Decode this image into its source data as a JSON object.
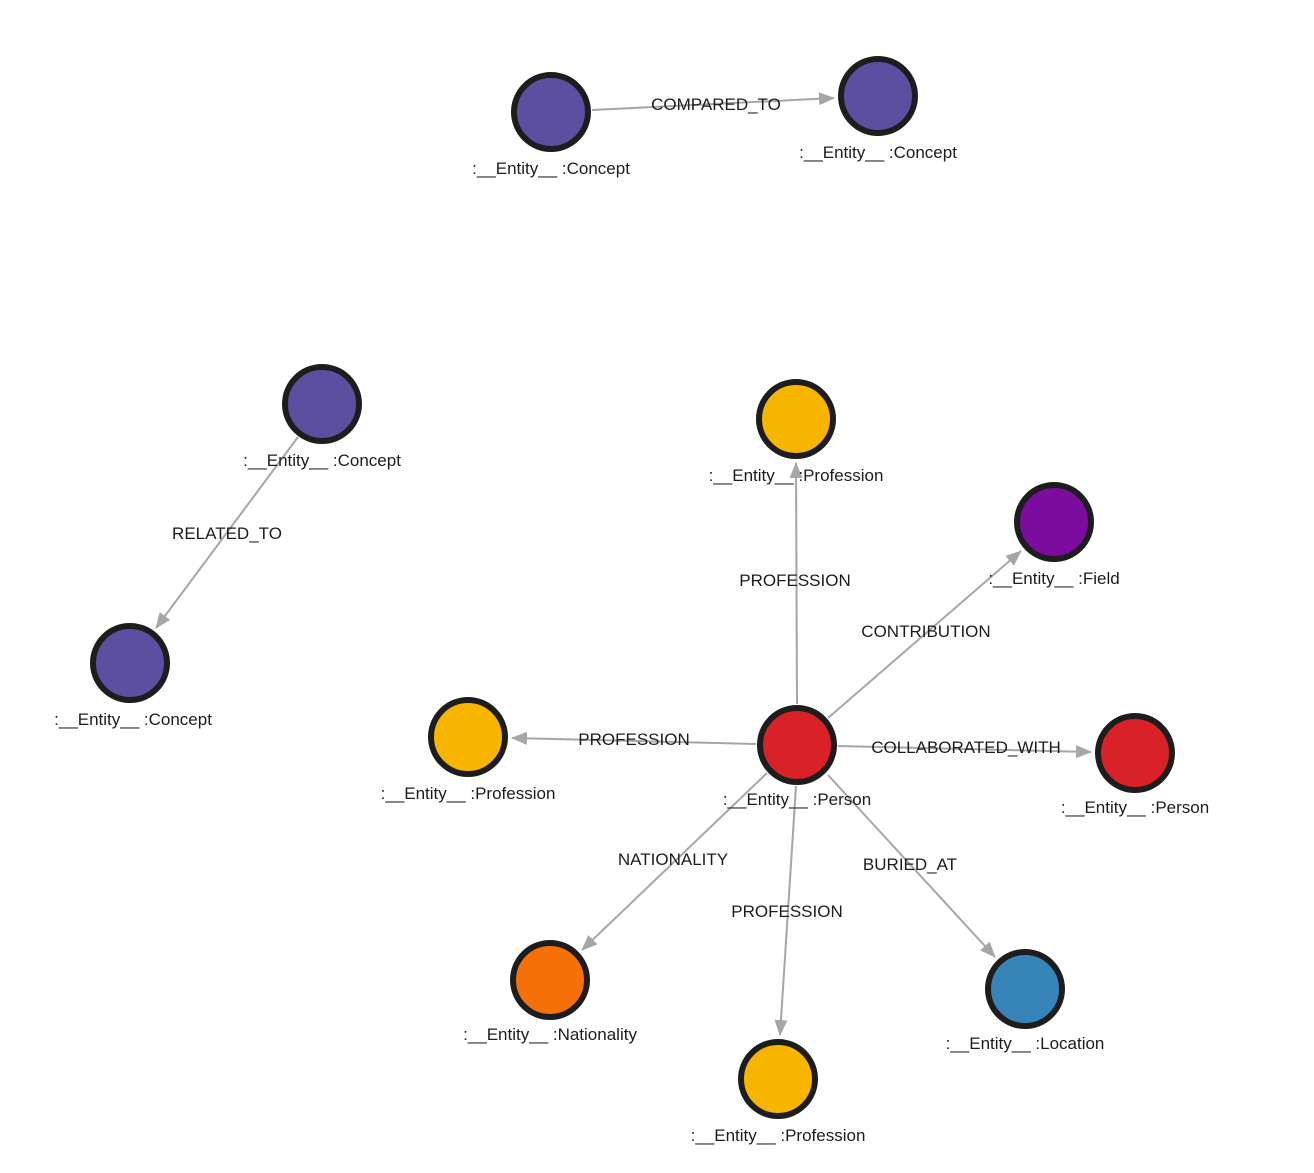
{
  "graph": {
    "palette": {
      "background": "#ffffff",
      "edge": "#a6a6a6",
      "text": "#1c1c1c",
      "node_border": "#1d1d1d",
      "concept": "#5d4fa0",
      "field": "#7b0d9e",
      "person": "#d92128",
      "profession": "#f7b500",
      "nationality": "#f57107",
      "location": "#3785b8"
    },
    "nodes": [
      {
        "id": "concept-a",
        "type": "Concept",
        "caption": ":__Entity__ :Concept",
        "color": "#5d4fa0"
      },
      {
        "id": "concept-b",
        "type": "Concept",
        "caption": ":__Entity__ :Concept",
        "color": "#5d4fa0"
      },
      {
        "id": "concept-c",
        "type": "Concept",
        "caption": ":__Entity__ :Concept",
        "color": "#5d4fa0"
      },
      {
        "id": "concept-d",
        "type": "Concept",
        "caption": ":__Entity__ :Concept",
        "color": "#5d4fa0"
      },
      {
        "id": "profession-top",
        "type": "Profession",
        "caption": ":__Entity__ :Profession",
        "color": "#f7b500"
      },
      {
        "id": "field",
        "type": "Field",
        "caption": ":__Entity__ :Field",
        "color": "#7b0d9e"
      },
      {
        "id": "person-center",
        "type": "Person",
        "caption": ":__Entity__ :Person",
        "color": "#d92128"
      },
      {
        "id": "person-right",
        "type": "Person",
        "caption": ":__Entity__ :Person",
        "color": "#d92128"
      },
      {
        "id": "profession-left",
        "type": "Profession",
        "caption": ":__Entity__ :Profession",
        "color": "#f7b500"
      },
      {
        "id": "nationality",
        "type": "Nationality",
        "caption": ":__Entity__ :Nationality",
        "color": "#f57107"
      },
      {
        "id": "profession-bottom",
        "type": "Profession",
        "caption": ":__Entity__ :Profession",
        "color": "#f7b500"
      },
      {
        "id": "location",
        "type": "Location",
        "caption": ":__Entity__ :Location",
        "color": "#3785b8"
      }
    ],
    "edges": [
      {
        "label": "COMPARED_TO",
        "from": "concept-a",
        "to": "concept-b"
      },
      {
        "label": "RELATED_TO",
        "from": "concept-c",
        "to": "concept-d"
      },
      {
        "label": "PROFESSION",
        "from": "person-center",
        "to": "profession-top"
      },
      {
        "label": "CONTRIBUTION",
        "from": "person-center",
        "to": "field"
      },
      {
        "label": "COLLABORATED_WITH",
        "from": "person-center",
        "to": "person-right"
      },
      {
        "label": "PROFESSION",
        "from": "person-center",
        "to": "profession-left"
      },
      {
        "label": "NATIONALITY",
        "from": "person-center",
        "to": "nationality"
      },
      {
        "label": "PROFESSION",
        "from": "person-center",
        "to": "profession-bottom"
      },
      {
        "label": "BURIED_AT",
        "from": "person-center",
        "to": "location"
      }
    ]
  }
}
